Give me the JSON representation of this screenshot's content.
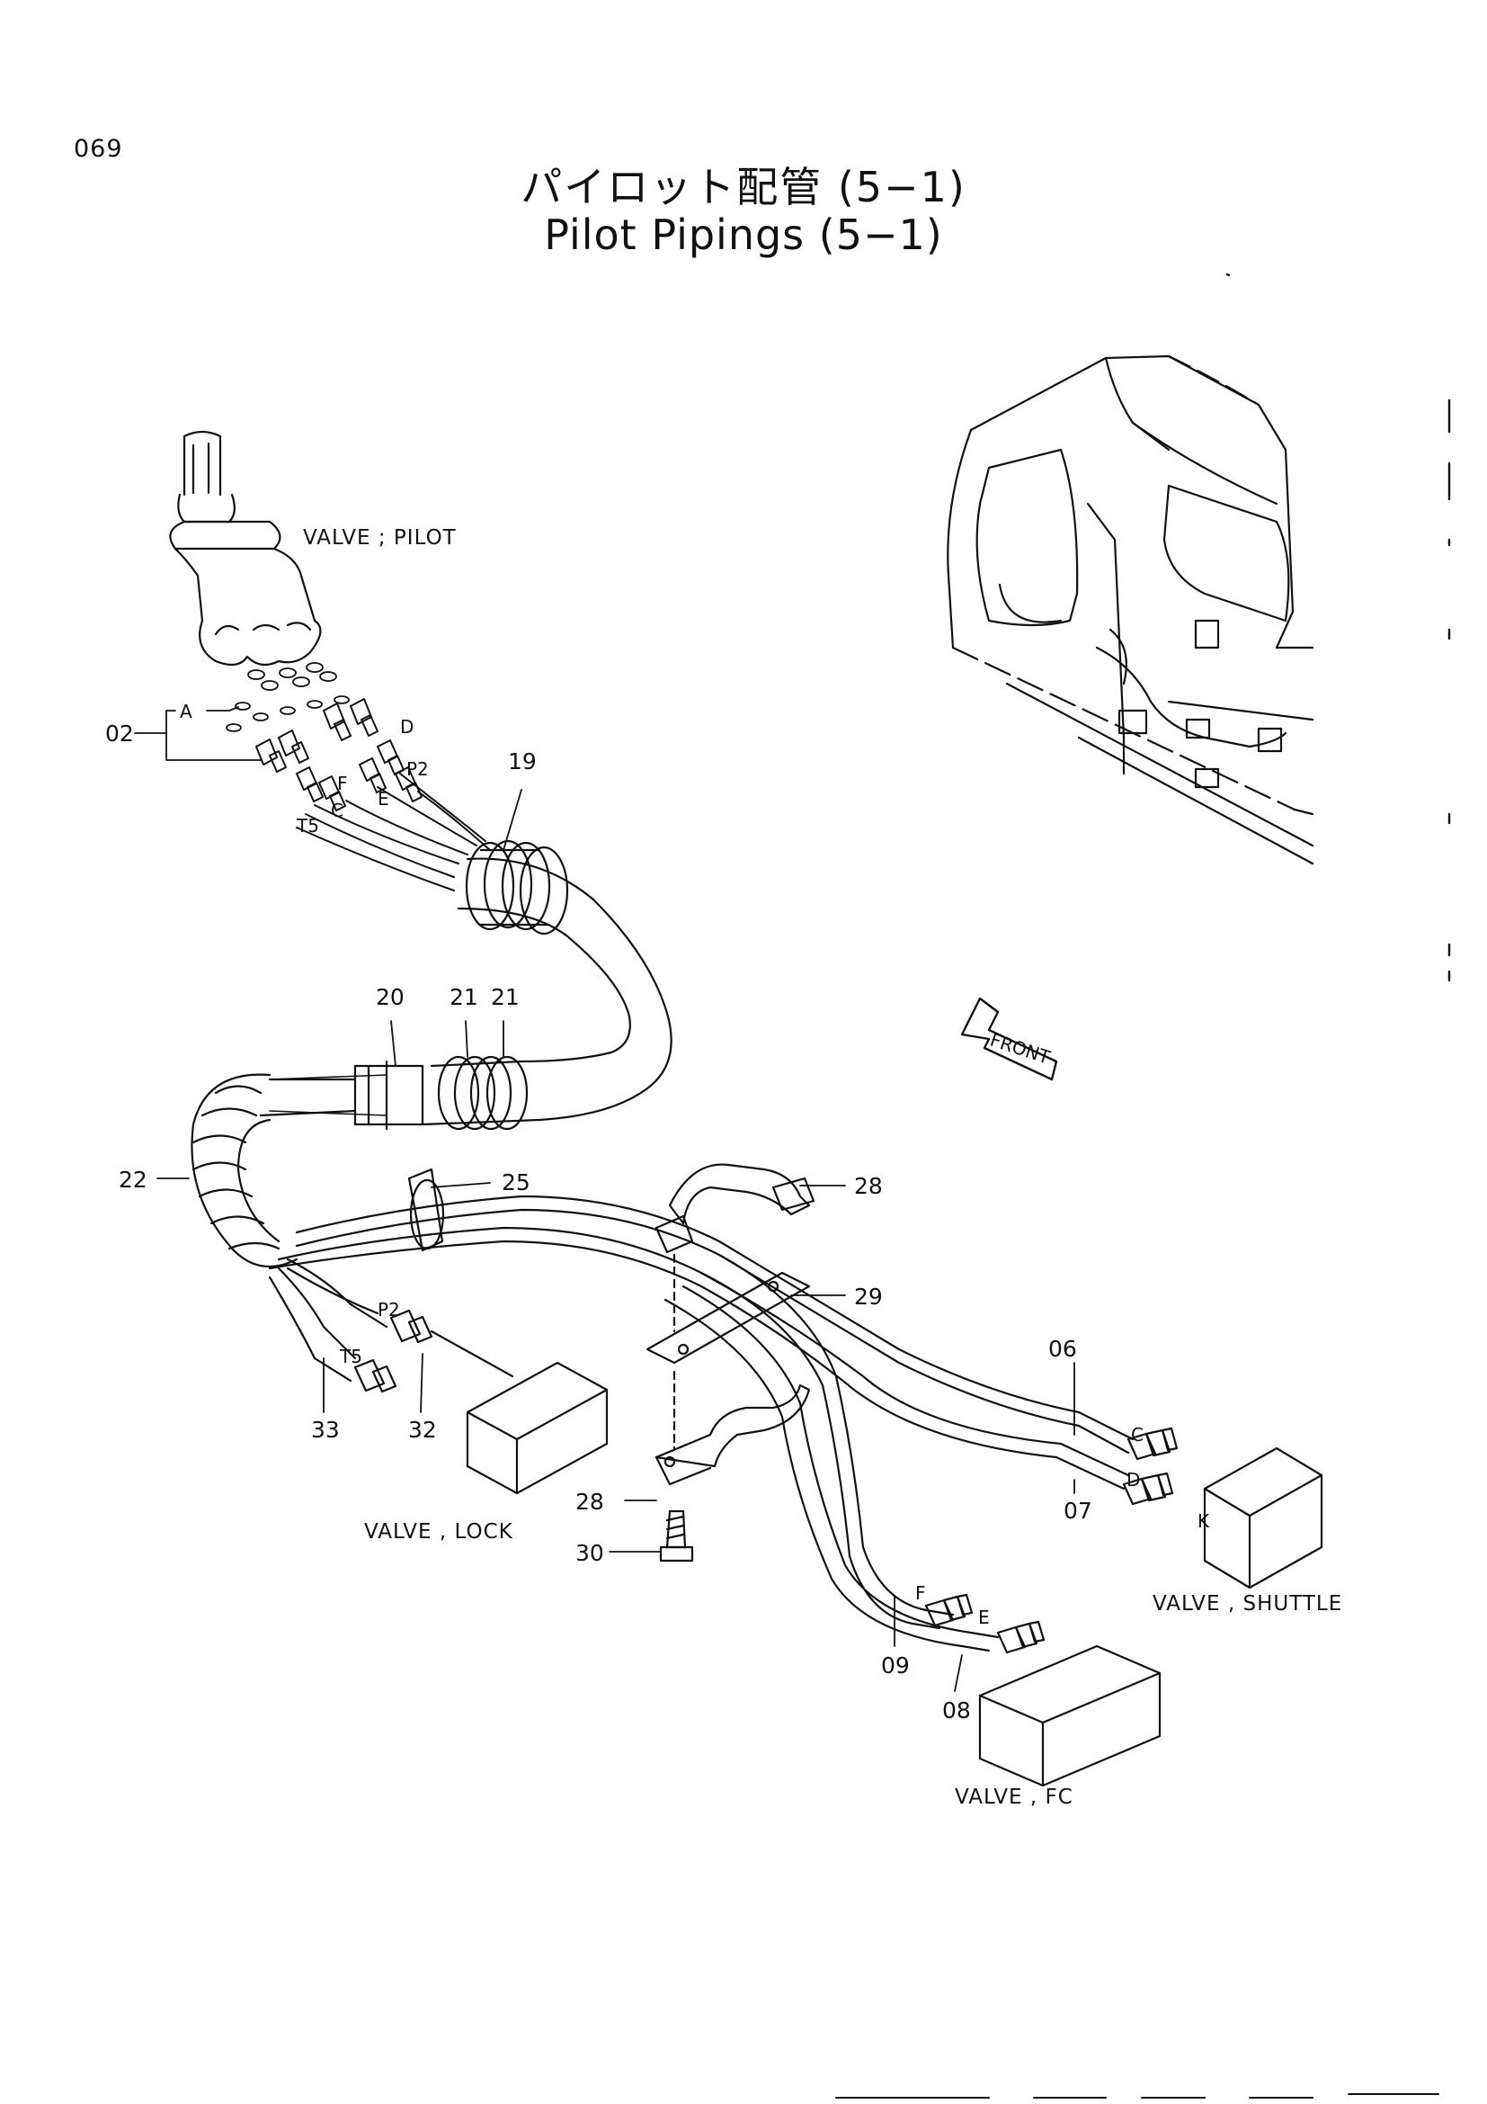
{
  "page_number": "069",
  "title_jp": "パイロット配管 (5−1)",
  "title_en": "Pilot Pipings (5−1)",
  "valve_labels": {
    "pilot": "VALVE ; PILOT",
    "lock": "VALVE , LOCK",
    "shuttle": "VALVE , SHUTTLE",
    "fc": "VALVE , FC"
  },
  "front_label": "FRONT",
  "callouts": {
    "c02": "02",
    "c19": "19",
    "c20": "20",
    "c21a": "21",
    "c21b": "21",
    "c22": "22",
    "c25": "25",
    "c28a": "28",
    "c28b": "28",
    "c29": "29",
    "c30": "30",
    "c32": "32",
    "c33": "33",
    "c06": "06",
    "c07": "07",
    "c08": "08",
    "c09": "09"
  },
  "ports": {
    "A": "A",
    "D": "D",
    "P2_top": "P2",
    "F_top": "F",
    "E_top": "E",
    "C_top": "C",
    "T5_top": "T5",
    "P2_lock": "P2",
    "T5_lock": "T5",
    "C_shuttle": "C",
    "D_shuttle": "D",
    "F_fc": "F",
    "E_fc": "E",
    "K_shuttle": "K"
  }
}
